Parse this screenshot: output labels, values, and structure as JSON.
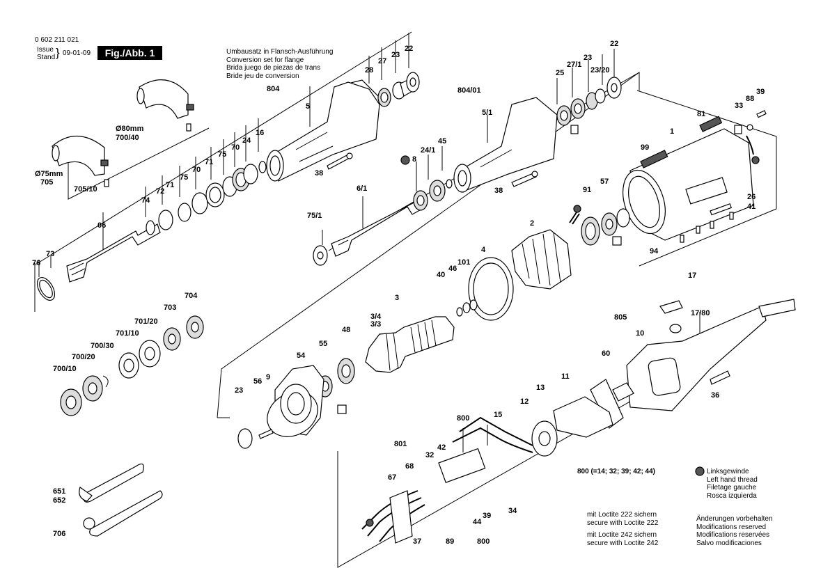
{
  "header": {
    "doc_number": "0 602 211 021",
    "issue_label": "Issue",
    "stand_label": "Stand",
    "date": "09-01-09",
    "fig_label": "Fig./Abb. 1"
  },
  "conversion_note": "Umbausatz in Flansch-Ausführung\nConversion set for flange\nBrida juego de piezas de trans\nBride jeu de conversion",
  "kit_note": "800 (=14; 32; 39; 42; 44)",
  "left_thread_note": "Linksgewinde\nLeft hand thread\nFiletage gauche\nRosca izquierda",
  "loctite222_note": "mit Loctite 222 sichern\nsecure with Loctite 222",
  "loctite242_note": "mit Loctite 242 sichern\nsecure with Loctite 242",
  "changes_note": "Änderungen vorbehalten\nModifications reserved\nModifications reservées\nSalvo modificaciones",
  "part_labels": {
    "p76": "76",
    "p73": "73",
    "p06": "06",
    "p74": "74",
    "p72": "72",
    "p71a": "71",
    "p75a": "75",
    "p70a": "70",
    "p71b": "71",
    "p75b": "75",
    "p70b": "70",
    "p24": "24",
    "p16": "16",
    "p5": "5",
    "p804": "804",
    "p28": "28",
    "p27": "27",
    "p23a": "23",
    "p22a": "22",
    "p705": "705",
    "p705_10": "705/10",
    "p75mm": "Ø75mm",
    "p80mm": "Ø80mm",
    "p700_40": "700/40",
    "p38a": "38",
    "p75_1": "75/1",
    "p6_1": "6/1",
    "p8": "8",
    "p24_1": "24/1",
    "p45": "45",
    "p5_1": "5/1",
    "p804_01": "804/01",
    "p25": "25",
    "p27_1": "27/1",
    "p23b": "23",
    "p23_20": "23/20",
    "p22b": "22",
    "p38b": "38",
    "p99": "99",
    "p1": "1",
    "p81": "81",
    "p33": "33",
    "p88": "88",
    "p39a": "39",
    "p26": "26",
    "p41": "41",
    "p94": "94",
    "p91": "91",
    "p57": "57",
    "p2": "2",
    "p704": "704",
    "p703": "703",
    "p701_20": "701/20",
    "p701_10": "701/10",
    "p700_30": "700/30",
    "p700_20": "700/20",
    "p700_10": "700/10",
    "p3": "3",
    "p3_4": "3/4",
    "p3_3": "3/3",
    "p40": "40",
    "p46": "46",
    "p101": "101",
    "p4": "4",
    "p48": "48",
    "p55": "55",
    "p54": "54",
    "p56": "56",
    "p9": "9",
    "p23c": "23",
    "p17": "17",
    "p17_80": "17/80",
    "p805": "805",
    "p10": "10",
    "p60": "60",
    "p36": "36",
    "p11": "11",
    "p13": "13",
    "p12": "12",
    "p15": "15",
    "p800a": "800",
    "p42": "42",
    "p32": "32",
    "p801": "801",
    "p68": "68",
    "p67": "67",
    "p44": "44",
    "p39b": "39",
    "p800b": "800",
    "p34": "34",
    "p89": "89",
    "p37": "37",
    "p651": "651",
    "p652": "652",
    "p706": "706"
  }
}
